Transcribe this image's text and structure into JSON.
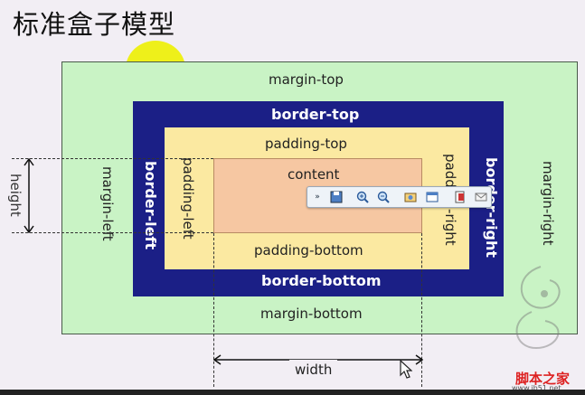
{
  "title": "标准盒子模型",
  "margin": {
    "top": "margin-top",
    "bottom": "margin-bottom",
    "left": "margin-left",
    "right": "margin-right"
  },
  "border": {
    "top": "border-top",
    "bottom": "border-bottom",
    "left": "border-left",
    "right": "border-right"
  },
  "padding": {
    "top": "padding-top",
    "bottom": "padding-bottom",
    "left": "padding-left",
    "right": "padding-right"
  },
  "content": "content",
  "dimensions": {
    "height": "height",
    "width": "width"
  },
  "toolbar": {
    "icons": [
      "chevron-down-icon",
      "save-icon",
      "zoom-in-icon",
      "zoom-out-icon",
      "snapshot-icon",
      "window-icon",
      "clip-icon",
      "email-icon"
    ]
  },
  "watermark": {
    "text": "脚本之家",
    "url": "www.jb51.net"
  },
  "colors": {
    "margin": "#c9f3c5",
    "border": "#1b1f86",
    "padding": "#fbe9a1",
    "content": "#f6c7a2"
  }
}
